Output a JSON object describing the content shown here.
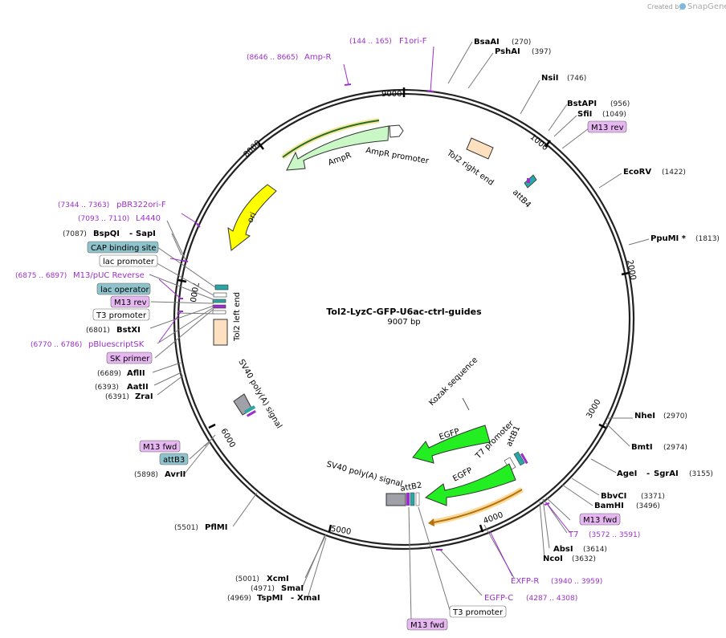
{
  "branding": {
    "created_by": "Created by",
    "app": "SnapGene"
  },
  "plasmid": {
    "name": "Tol2-LyzC-GFP-U6ac-ctrl-guides",
    "length": "9007 bp"
  },
  "ticks": [
    "1000",
    "2000",
    "3000",
    "4000",
    "5000",
    "6000",
    "7000",
    "8000",
    "9000"
  ],
  "enzymes": [
    {
      "name": "BsaAI",
      "pos": "(270)"
    },
    {
      "name": "PshAI",
      "pos": "(397)"
    },
    {
      "name": "NsiI",
      "pos": "(746)"
    },
    {
      "name": "BstAPI",
      "pos": "(956)"
    },
    {
      "name": "SfiI",
      "pos": "(1049)"
    },
    {
      "name": "EcoRV",
      "pos": "(1422)"
    },
    {
      "name": "PpuMI *",
      "pos": "(1813)"
    },
    {
      "name": "NheI",
      "pos": "(2970)"
    },
    {
      "name": "BmtI",
      "pos": "(2974)"
    },
    {
      "name": "AgeI",
      "pos": "(3155)"
    },
    {
      "name": "SgrAI",
      "pos": ""
    },
    {
      "name": "BbvCI",
      "pos": "(3371)"
    },
    {
      "name": "BamHI",
      "pos": "(3496)"
    },
    {
      "name": "AbsI",
      "pos": "(3614)"
    },
    {
      "name": "NcoI",
      "pos": "(3632)"
    },
    {
      "name": "XcmI",
      "pos": "(5001)"
    },
    {
      "name": "SmaI",
      "pos": "(4971)"
    },
    {
      "name": "TspMI",
      "pos": "(4969)"
    },
    {
      "name": "XmaI",
      "pos": ""
    },
    {
      "name": "PflMI",
      "pos": "(5501)"
    },
    {
      "name": "AvrII",
      "pos": "(5898)"
    },
    {
      "name": "ZraI",
      "pos": "(6391)"
    },
    {
      "name": "AatII",
      "pos": "(6393)"
    },
    {
      "name": "AflII",
      "pos": "(6689)"
    },
    {
      "name": "BstXI",
      "pos": "(6801)"
    },
    {
      "name": "BspQI",
      "pos": "(7087)"
    },
    {
      "name": "SapI",
      "pos": ""
    }
  ],
  "primers": [
    {
      "name": "F1ori-F",
      "pos": "(144 .. 165)"
    },
    {
      "name": "Amp-R",
      "pos": "(8646 .. 8665)"
    },
    {
      "name": "pBR322ori-F",
      "pos": "(7344 .. 7363)"
    },
    {
      "name": "L4440",
      "pos": "(7093 .. 7110)"
    },
    {
      "name": "M13/pUC Reverse",
      "pos": "(6875 .. 6897)"
    },
    {
      "name": "pBluescriptSK",
      "pos": "(6770 .. 6786)"
    },
    {
      "name": "T7",
      "pos": "(3572 .. 3591)"
    },
    {
      "name": "EXFP-R",
      "pos": "(3940 .. 3959)"
    },
    {
      "name": "EGFP-C",
      "pos": "(4287 .. 4308)"
    }
  ],
  "boxed_labels": [
    {
      "name": "M13 rev"
    },
    {
      "name": "CAP binding site"
    },
    {
      "name": "lac promoter"
    },
    {
      "name": "lac operator"
    },
    {
      "name": "M13 rev"
    },
    {
      "name": "T3 promoter"
    },
    {
      "name": "SK primer"
    },
    {
      "name": "M13 fwd"
    },
    {
      "name": "attB3"
    },
    {
      "name": "M13 fwd"
    },
    {
      "name": "M13 fwd"
    },
    {
      "name": "T3 promoter"
    }
  ],
  "features": {
    "ampr_promoter": "AmpR promoter",
    "ampr": "AmpR",
    "ori": "ori",
    "tol2_right": "Tol2 right end",
    "attb4": "attB4",
    "tol2_left": "Tol2 left end",
    "sv40_top": "SV40 poly(A) signal",
    "kozak": "Kozak sequence",
    "egfp1": "EGFP",
    "egfp2": "EGFP",
    "t7_promoter": "T7 promoter",
    "attb1": "attB1",
    "attb2": "attB2",
    "sv40_bottom": "SV40 poly(A) signal"
  },
  "colors": {
    "backbone": "#222222",
    "primer": "#9b30c8",
    "primer_box": "#e6b7f0",
    "blue_box": "#8ec3cc",
    "ampr": "#c9f7c5",
    "ori": "#ffff00",
    "egfp": "#22ee22",
    "tol2": "#fde0c0",
    "sv40": "#a0a0a8"
  }
}
